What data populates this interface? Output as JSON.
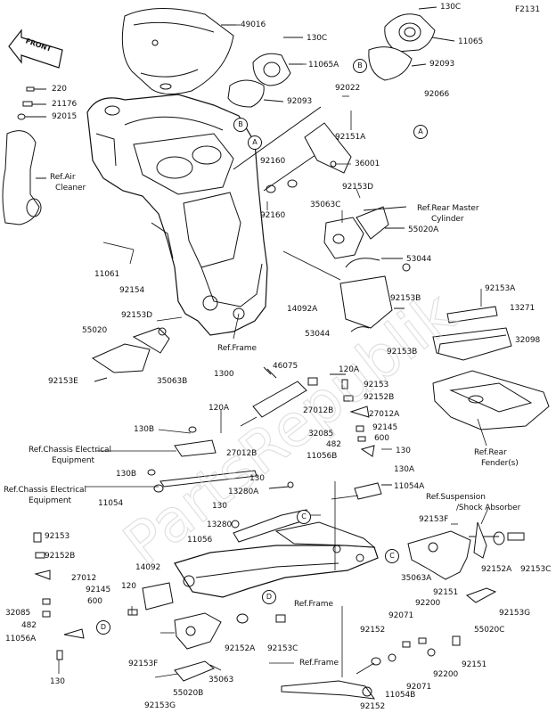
{
  "figure_id": "F2131",
  "front_arrow_label": "FRONT",
  "watermark": "PartsRepublik",
  "colors": {
    "line": "#111111",
    "watermark": "#c8c8c8"
  },
  "callouts": {
    "A": "A",
    "B": "B",
    "C": "C",
    "D": "D"
  },
  "parts": {
    "p49016": "49016",
    "p130c_1": "130C",
    "p130c_2": "130C",
    "p11065": "11065",
    "p11065a": "11065A",
    "p92093_1": "92093",
    "p92093_2": "92093",
    "p220": "220",
    "p21176": "21176",
    "p92015": "92015",
    "p92022": "92022",
    "p92066": "92066",
    "p92151a": "92151A",
    "p92160_1": "92160",
    "p92160_2": "92160",
    "p36001": "36001",
    "p92153d_1": "92153D",
    "p35063c": "35063C",
    "p55020a": "55020A",
    "p53044_1": "53044",
    "p53044_2": "53044",
    "p92153b_1": "92153B",
    "p92153b_2": "92153B",
    "p14092a": "14092A",
    "p11061": "11061",
    "p92154": "92154",
    "p92153d_2": "92153D",
    "p55020": "55020",
    "p35063b": "35063B",
    "p92153e": "92153E",
    "p92153a": "92153A",
    "p13271": "13271",
    "p32098": "32098",
    "p1300": "1300",
    "p46075": "46075",
    "p120a_1": "120A",
    "p120a_2": "120A",
    "p92153_1": "92153",
    "p92152b_1": "92152B",
    "p27012b_1": "27012B",
    "p27012b_2": "27012B",
    "p27012a": "27012A",
    "p92145_1": "92145",
    "p600_1": "600",
    "p32085_1": "32085",
    "p482_1": "482",
    "p11056b": "11056B",
    "p130_1": "130",
    "p130a": "130A",
    "p11054a": "11054A",
    "p130b_1": "130B",
    "p130b_2": "130B",
    "p130_2": "130",
    "p13280a": "13280A",
    "p130_3": "130",
    "p11054": "11054",
    "p13280": "13280",
    "p11056": "11056",
    "p92153f_1": "92153F",
    "p92152a_1": "92152A",
    "p92153c_1": "92153C",
    "p35063a": "35063A",
    "p92151_1": "92151",
    "p92200_1": "92200",
    "p92071_1": "92071",
    "p92152_1": "92152",
    "p92153g_1": "92153G",
    "p55020c": "55020C",
    "p92153_2": "92153",
    "p92152b_2": "92152B",
    "p27012": "27012",
    "p92145_2": "92145",
    "p600_2": "600",
    "p32085_2": "32085",
    "p482_2": "482",
    "p11056a": "11056A",
    "p130_4": "130",
    "p14092": "14092",
    "p120": "120",
    "p92153f_2": "92153F",
    "p92152a_2": "92152A",
    "p92153c_2": "92153C",
    "p35063": "35063",
    "p92153g_2": "92153G",
    "p55020b": "55020B",
    "p92200_2": "92200",
    "p92071_2": "92071",
    "p92151_2": "92151",
    "p11054b": "11054B",
    "p92152_2": "92152"
  },
  "refs": {
    "air_cleaner": "Ref.Air Cleaner",
    "air_cleaner_l1": "Ref.Air",
    "air_cleaner_l2": "Cleaner",
    "rear_master_l1": "Ref.Rear Master",
    "rear_master_l2": "Cylinder",
    "frame_1": "Ref.Frame",
    "rear_fender_l1": "Ref.Rear",
    "rear_fender_l2": "Fender(s)",
    "chassis_elec_1_l1": "Ref.Chassis Electrical",
    "chassis_elec_1_l2": "Equipment",
    "chassis_elec_2_l1": "Ref.Chassis Electrical",
    "chassis_elec_2_l2": "Equipment",
    "suspension_l1": "Ref.Suspension",
    "suspension_l2": "/Shock Absorber",
    "frame_2": "Ref.Frame",
    "frame_3": "Ref.Frame"
  }
}
